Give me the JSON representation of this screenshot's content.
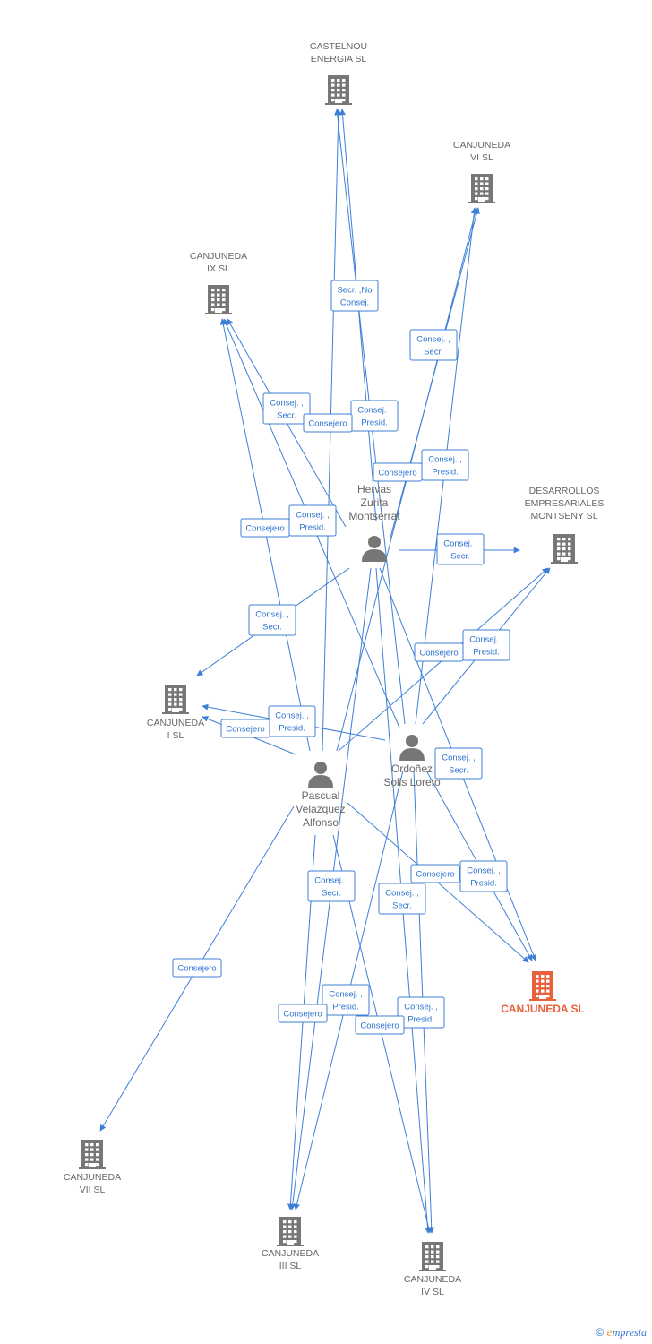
{
  "colors": {
    "edge": "#3d7fd6",
    "company": "#777777",
    "main_company": "#e8603c",
    "person": "#777777",
    "label_text": "#2f74d0"
  },
  "companies": [
    {
      "id": "castelnou",
      "lines": [
        "CASTELNOU",
        "ENERGIA SL"
      ],
      "icon": "building-icon"
    },
    {
      "id": "vi",
      "lines": [
        "CANJUNEDA",
        "VI SL"
      ],
      "icon": "building-icon"
    },
    {
      "id": "ix",
      "lines": [
        "CANJUNEDA",
        "IX SL"
      ],
      "icon": "building-icon"
    },
    {
      "id": "desarrollos",
      "lines": [
        "DESARROLLOS",
        "EMPRESARIALES",
        "MONTSENY SL"
      ],
      "icon": "building-icon"
    },
    {
      "id": "i",
      "lines": [
        "CANJUNEDA",
        "I SL"
      ],
      "icon": "building-icon"
    },
    {
      "id": "main",
      "lines": [
        "CANJUNEDA SL"
      ],
      "icon": "building-icon",
      "highlight": true
    },
    {
      "id": "vii",
      "lines": [
        "CANJUNEDA",
        "VII SL"
      ],
      "icon": "building-icon"
    },
    {
      "id": "iii",
      "lines": [
        "CANJUNEDA",
        "III SL"
      ],
      "icon": "building-icon"
    },
    {
      "id": "iv",
      "lines": [
        "CANJUNEDA",
        "IV SL"
      ],
      "icon": "building-icon"
    }
  ],
  "persons": [
    {
      "id": "hervas",
      "lines": [
        "Hervas",
        "Zurita",
        "Montserrat"
      ],
      "icon": "person-icon"
    },
    {
      "id": "ordonez",
      "lines": [
        "Ordoñez",
        "Solis Loreto"
      ],
      "icon": "person-icon"
    },
    {
      "id": "pascual",
      "lines": [
        "Pascual",
        "Velazquez",
        "Alfonso"
      ],
      "icon": "person-icon"
    }
  ],
  "edges": [
    {
      "from": "hervas",
      "to": "castelnou",
      "label": [
        "Secr. ,No",
        "Consej."
      ]
    },
    {
      "from": "hervas",
      "to": "vi",
      "label": [
        "Consej. ,",
        "Secr."
      ]
    },
    {
      "from": "hervas",
      "to": "ix",
      "label": [
        "Consej. ,",
        "Secr."
      ]
    },
    {
      "from": "hervas",
      "to": "desarrollos",
      "label": [
        "Consej. ,",
        "Secr."
      ]
    },
    {
      "from": "hervas",
      "to": "i",
      "label": [
        "Consej. ,",
        "Secr."
      ]
    },
    {
      "from": "hervas",
      "to": "main",
      "label": [
        "Consej. ,",
        "Secr."
      ]
    },
    {
      "from": "hervas",
      "to": "iii",
      "label": [
        "Consej. ,",
        "Secr."
      ]
    },
    {
      "from": "hervas",
      "to": "iv",
      "label": [
        "Consej. ,",
        "Secr."
      ]
    },
    {
      "from": "ordonez",
      "to": "castelnou",
      "label": [
        "Consej. ,",
        "Presid."
      ]
    },
    {
      "from": "ordonez",
      "to": "vi",
      "label": [
        "Consej. ,",
        "Presid."
      ]
    },
    {
      "from": "ordonez",
      "to": "ix",
      "label": [
        "Consej. ,",
        "Presid."
      ]
    },
    {
      "from": "ordonez",
      "to": "desarrollos",
      "label": [
        "Consej. ,",
        "Presid."
      ]
    },
    {
      "from": "ordonez",
      "to": "i",
      "label": [
        "Consej. ,",
        "Presid."
      ]
    },
    {
      "from": "ordonez",
      "to": "main",
      "label": [
        "Consej. ,",
        "Presid."
      ]
    },
    {
      "from": "ordonez",
      "to": "iii",
      "label": [
        "Consej. ,",
        "Presid."
      ]
    },
    {
      "from": "ordonez",
      "to": "iv",
      "label": [
        "Consej. ,",
        "Presid."
      ]
    },
    {
      "from": "pascual",
      "to": "castelnou",
      "label": [
        "Consejero"
      ]
    },
    {
      "from": "pascual",
      "to": "vi",
      "label": [
        "Consejero"
      ]
    },
    {
      "from": "pascual",
      "to": "ix",
      "label": [
        "Consejero"
      ]
    },
    {
      "from": "pascual",
      "to": "desarrollos",
      "label": [
        "Consejero"
      ]
    },
    {
      "from": "pascual",
      "to": "i",
      "label": [
        "Consejero"
      ]
    },
    {
      "from": "pascual",
      "to": "main",
      "label": [
        "Consejero"
      ]
    },
    {
      "from": "pascual",
      "to": "iii",
      "label": [
        "Consejero"
      ]
    },
    {
      "from": "pascual",
      "to": "iv",
      "label": [
        "Consejero"
      ]
    },
    {
      "from": "pascual",
      "to": "vii",
      "label": [
        "Consejero"
      ]
    }
  ],
  "footer": {
    "copyright": "©",
    "brand_initial": "e",
    "brand_rest": "mpresia"
  }
}
